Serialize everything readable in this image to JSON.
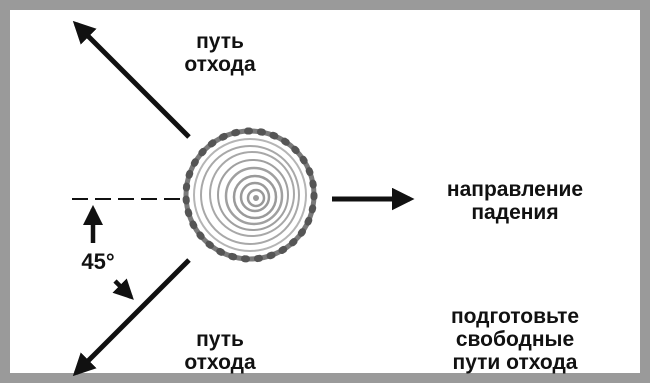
{
  "labels": {
    "escape_top": [
      "путь",
      "отхода"
    ],
    "escape_bottom": [
      "путь",
      "отхода"
    ],
    "fall_direction": [
      "направление",
      "падения"
    ],
    "angle": "45°",
    "prepare": [
      "подготовьте",
      "свободные",
      "пути отхода"
    ]
  },
  "colors": {
    "frame": "#9a9a9a",
    "ink": "#111111",
    "bark": "#7a7a7a",
    "rings": "#a8a8a8"
  },
  "icons": {
    "stump": "tree-stump-icon",
    "arrows": "arrow-icon"
  }
}
